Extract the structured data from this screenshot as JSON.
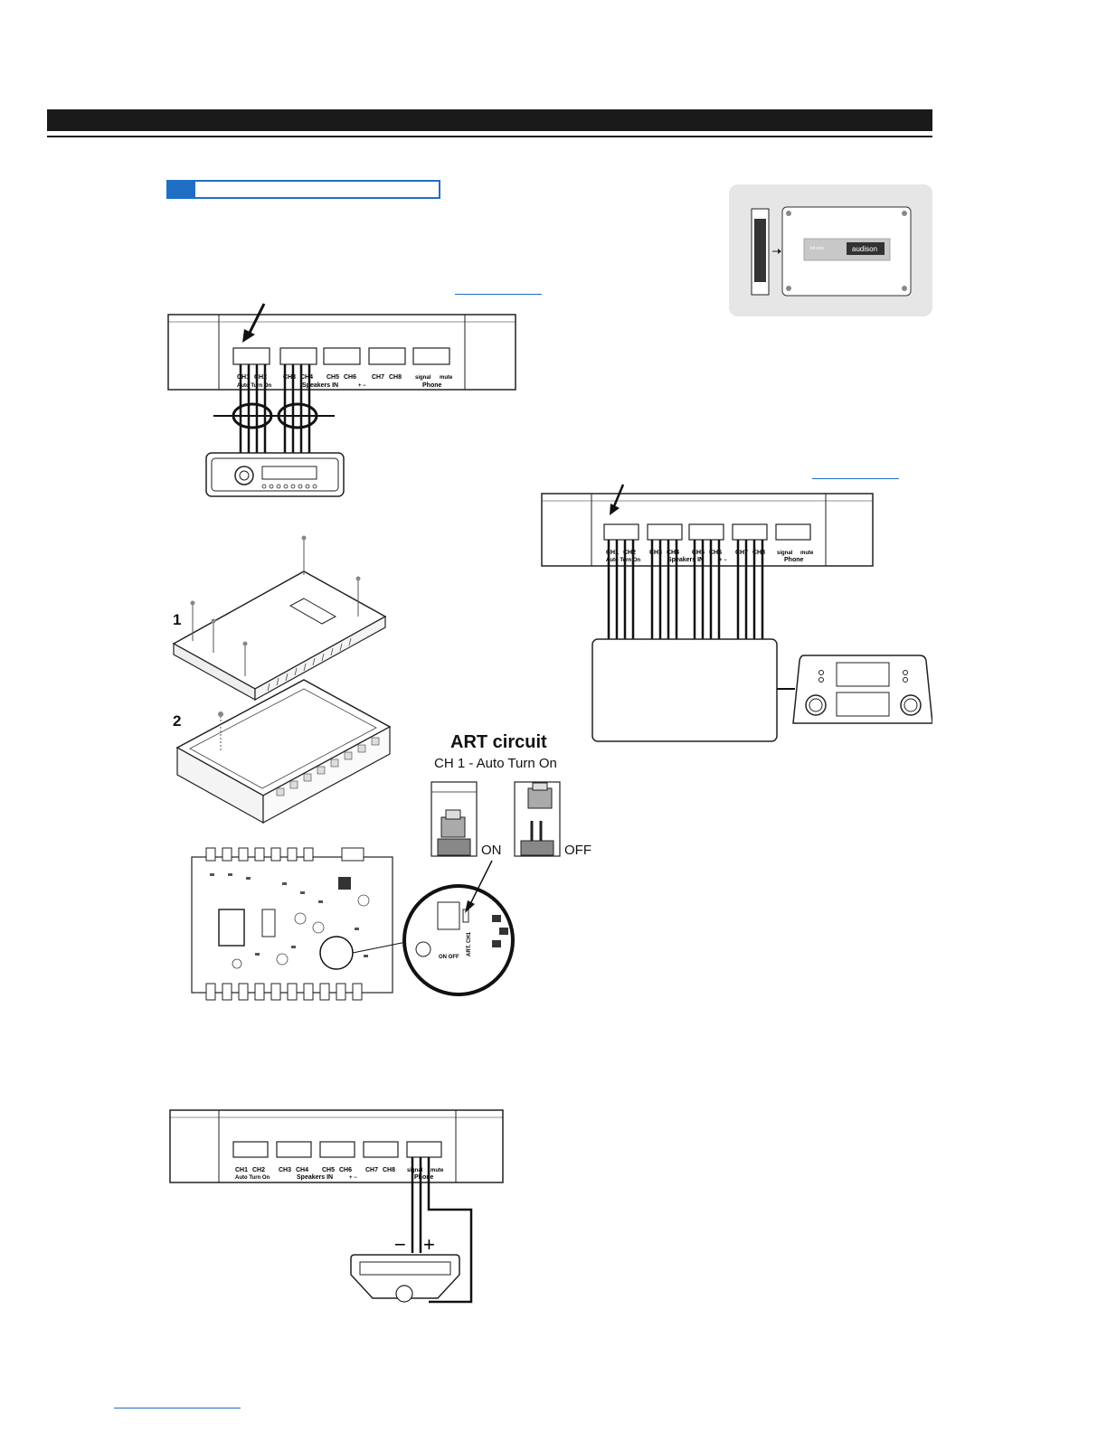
{
  "panel_top": {
    "connector_labels": [
      "CH1",
      "CH2",
      "CH3",
      "CH4",
      "CH5",
      "CH6",
      "CH7",
      "CH8",
      "signal",
      "mute"
    ],
    "auto_turn_on": "Auto Turn On",
    "speakers_in": "Speakers IN",
    "polarity": "+ −",
    "phone": "Phone"
  },
  "inset": {
    "brand": "audison",
    "model": "bit one"
  },
  "steps": {
    "one": "1",
    "two": "2"
  },
  "art": {
    "title": "ART circuit",
    "subtitle": "CH 1 - Auto Turn On",
    "on": "ON",
    "off": "OFF",
    "board_label": "ART. CH1",
    "board_onoff": "ON OFF"
  },
  "phone_diagram": {
    "minus": "−",
    "plus": "+"
  },
  "colors": {
    "header_bar": "#1a1a1a",
    "accent_blue": "#1f6fc5",
    "inset_bg": "#e6e6e6"
  }
}
